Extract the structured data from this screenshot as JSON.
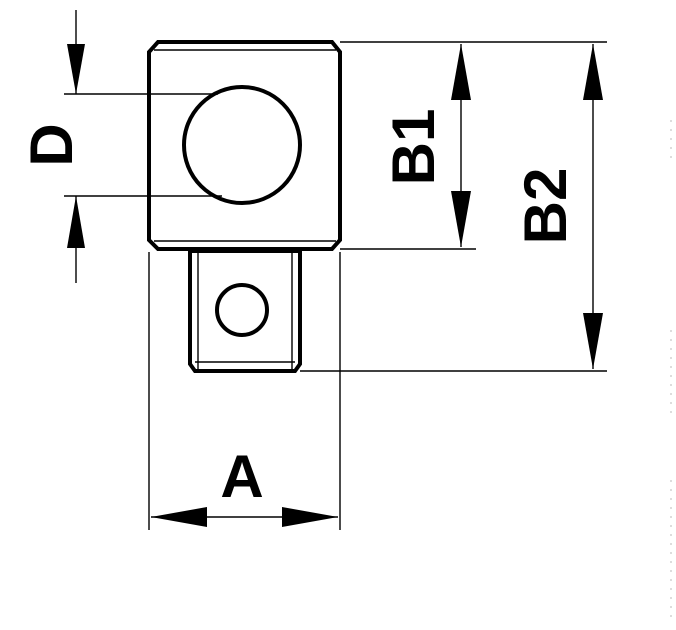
{
  "drawing": {
    "labels": {
      "diameter": "D",
      "height_body": "B1",
      "height_total": "B2",
      "width": "A"
    },
    "colors": {
      "line": "#000000",
      "background": "#ffffff"
    }
  }
}
